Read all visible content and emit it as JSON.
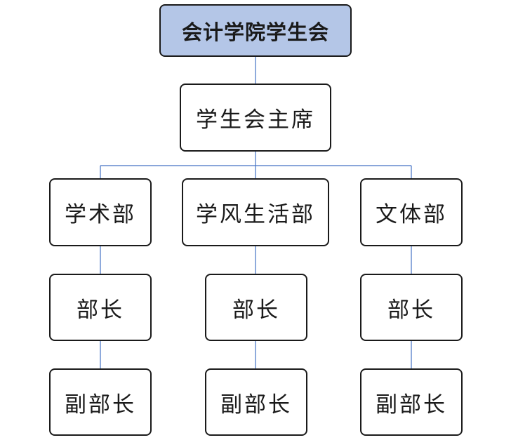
{
  "org_chart": {
    "root": "会计学院学生会",
    "chair": "学生会主席",
    "departments": [
      {
        "name": "学术部",
        "head": "部长",
        "deputy": "副部长"
      },
      {
        "name": "学风生活部",
        "head": "部长",
        "deputy": "副部长"
      },
      {
        "name": "文体部",
        "head": "部长",
        "deputy": "副部长"
      }
    ]
  },
  "colors": {
    "root_fill": "#b4c6e7",
    "connector": "#4472c4",
    "border": "#1a1a1a"
  }
}
